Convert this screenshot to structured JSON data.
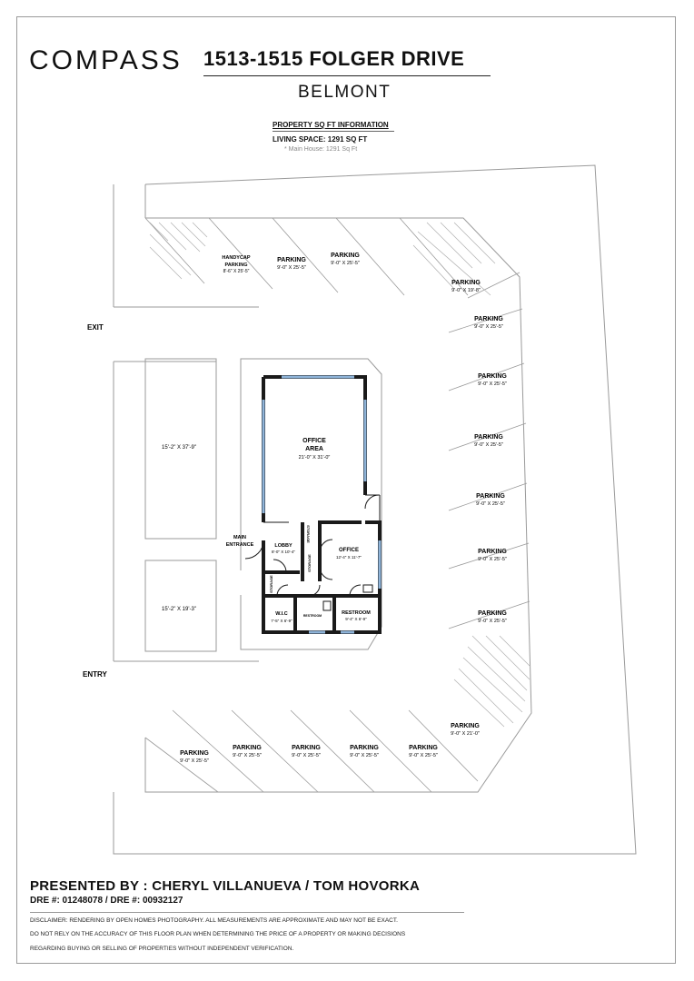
{
  "header": {
    "logo": "COMPASS",
    "address": "1513-1515 FOLGER DRIVE",
    "city": "BELMONT"
  },
  "property_info": {
    "heading": "PROPERTY SQ FT INFORMATION",
    "living_space": "LIVING SPACE: 1291 SQ FT",
    "main_house": "*   Main House:   1291 Sq Ft"
  },
  "plan": {
    "exit_label": "EXIT",
    "entry_label": "ENTRY",
    "handicap": {
      "name1": "HANDYCAP",
      "name2": "PARKING",
      "dims": "8'-6\" X 25'-5\""
    },
    "parking_top": [
      {
        "name": "PARKING",
        "dims": "9'-0\" X 25'-5\""
      },
      {
        "name": "PARKING",
        "dims": "9'-0\" X 25'-5\""
      }
    ],
    "parking_right": [
      {
        "name": "PARKING",
        "dims": "9'-0\" X 19'-8\""
      },
      {
        "name": "PARKING",
        "dims": "9'-0\" X 25'-5\""
      },
      {
        "name": "PARKING",
        "dims": "9'-0\" X 25'-5\""
      },
      {
        "name": "PARKING",
        "dims": "9'-0\" X 25'-5\""
      },
      {
        "name": "PARKING",
        "dims": "9'-0\" X 25'-5\""
      },
      {
        "name": "PARKING",
        "dims": "9'-0\" X 25'-5\""
      },
      {
        "name": "PARKING",
        "dims": "9'-0\" X 25'-5\""
      },
      {
        "name": "PARKING",
        "dims": "9'-0\" X 21'-0\""
      }
    ],
    "parking_bottom": [
      {
        "name": "PARKING",
        "dims": "9'-0\" X 25'-5\""
      },
      {
        "name": "PARKING",
        "dims": "9'-0\" X 25'-5\""
      },
      {
        "name": "PARKING",
        "dims": "9'-0\" X 25'-5\""
      },
      {
        "name": "PARKING",
        "dims": "9'-0\" X 25'-5\""
      },
      {
        "name": "PARKING",
        "dims": "9'-0\" X 25'-5\""
      }
    ],
    "left_area_upper": "15'-2\" X 37'-9\"",
    "left_area_lower": "15'-2\" X 19'-3\"",
    "rooms": {
      "office_area_name1": "OFFICE",
      "office_area_name2": "AREA",
      "office_area_dims": "21'-0\" X 31'-0\"",
      "main_entrance1": "MAIN",
      "main_entrance2": "ENTRANCE",
      "lobby_name": "LOBBY",
      "lobby_dims": "8'-0\" X 10'-4\"",
      "office_name": "OFFICE",
      "office_dims": "12'-4\" X 11'-7\"",
      "storage_a": "STORAGE",
      "storage_b": "STORAGE",
      "storage_c": "STORAGE",
      "wic_name": "W.I.C",
      "wic_dims": "7'-5\" X 6'-9\"",
      "restroom_small": "RESTROOM",
      "restroom_name": "RESTROOM",
      "restroom_dims": "9'-4\" X 6'-9\""
    }
  },
  "footer": {
    "presented": "PRESENTED BY : CHERYL VILLANUEVA / TOM HOVORKA",
    "dre": "DRE #: 01248078 / DRE #: 00932127",
    "disclaimer": [
      "DISCLAIMER: RENDERING BY OPEN HOMES PHOTOGRAPHY. ALL MEASUREMENTS ARE APPROXIMATE AND MAY NOT BE EXACT.",
      "DO NOT RELY ON THE ACCURACY OF THIS FLOOR PLAN WHEN DETERMINING THE PRICE OF A PROPERTY OR MAKING DECISIONS",
      "REGARDING BUYING OR SELLING OF PROPERTIES WITHOUT INDEPENDENT VERIFICATION."
    ]
  },
  "colors": {
    "wall": "#1a1a1a",
    "window": "#8fb4d9",
    "line": "#9a9a9a"
  }
}
